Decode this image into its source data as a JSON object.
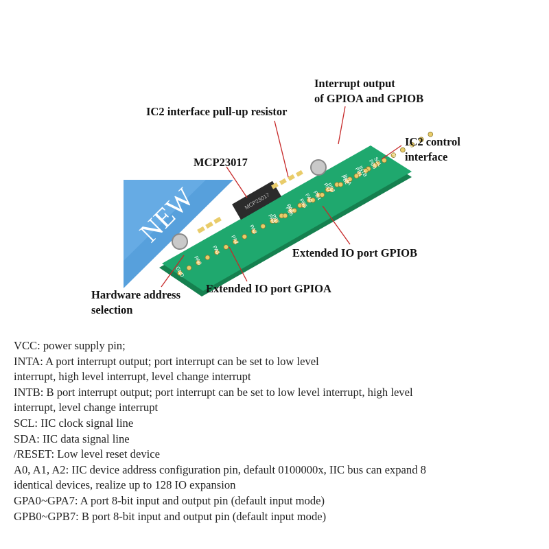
{
  "callouts": {
    "interrupt_output": "Interrupt output\nof GPIOA and GPIOB",
    "pullup": "IC2 interface pull-up resistor",
    "chip": "MCP23017",
    "control": "IC2 control\ninterface",
    "gpiob": "Extended IO port GPIOB",
    "gpioa": "Extended IO port GPIOA",
    "address": "Hardware address\nselection"
  },
  "badge": {
    "text": "NEW"
  },
  "board": {
    "chip_marking": "MCP23017",
    "pin_labels_top": [
      "INTA",
      "INTB",
      "SCL",
      "SDA",
      "VCC",
      "GND"
    ],
    "pin_labels_b": [
      "PB7",
      "PB6",
      "PB5",
      "PB4",
      "PB3",
      "PB2",
      "PB1",
      "PB0"
    ],
    "pin_labels_a": [
      "GND",
      "PA0",
      "PA1",
      "PA2",
      "PA3",
      "PA4",
      "PA5",
      "PA6",
      "PA7"
    ],
    "colors": {
      "pcb": "#1fa86e",
      "pcb_dark": "#15804f",
      "pad": "#e9cc6a",
      "chip": "#2b2b2b",
      "badge": "#3a8fd6"
    }
  },
  "description": [
    "VCC: power supply pin;",
    "INTA: A port interrupt output; port interrupt can be set to low level",
    "interrupt, high level interrupt, level change interrupt",
    "INTB: B port interrupt output; port interrupt can be set to low level interrupt, high level",
    "interrupt, level change interrupt",
    "SCL: IIC clock signal line",
    "SDA: IIC data signal line",
    "/RESET: Low level reset device",
    "A0, A1, A2: IIC device address configuration pin, default 0100000x, IIC bus can expand 8",
    "identical devices, realize up to 128 IO expansion",
    "GPA0~GPA7: A port 8-bit input and output pin (default input mode)",
    "GPB0~GPB7: B port 8-bit input and output pin (default input mode)"
  ]
}
